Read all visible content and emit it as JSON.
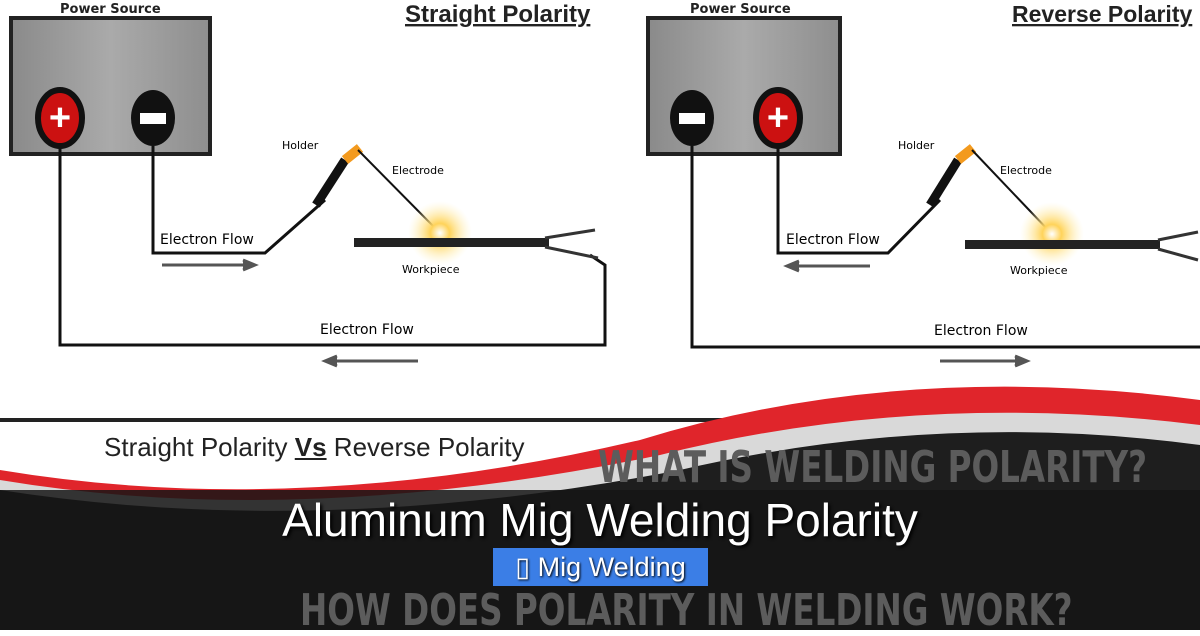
{
  "diagram": {
    "left": {
      "title": "Straight Polarity",
      "power_label": "Power Source",
      "terminals": [
        "+",
        "−"
      ],
      "holder": "Holder",
      "electrode": "Electrode",
      "workpiece": "Workpiece",
      "flow_top": "Electron Flow",
      "flow_bottom": "Electron Flow"
    },
    "right": {
      "title": "Reverse Polarity",
      "power_label": "Power Source",
      "terminals": [
        "−",
        "+"
      ],
      "holder": "Holder",
      "electrode": "Electrode",
      "workpiece": "Workpiece",
      "flow_top": "Electron Flow",
      "flow_bottom": "Electron Flow"
    },
    "caption_a": "Straight Polarity ",
    "caption_vs": "Vs",
    "caption_b": " Reverse Polarity"
  },
  "background_text": {
    "line1": "WHAT IS WELDING POLARITY?",
    "line2": "HOW DOES POLARITY IN WELDING WORK?"
  },
  "post": {
    "title": "Aluminum Mig Welding Polarity",
    "category": "Mig Welding",
    "category_icon": "folder-icon"
  },
  "colors": {
    "accent": "#3b7ee6",
    "red": "#e0252b",
    "dark": "#151515"
  }
}
